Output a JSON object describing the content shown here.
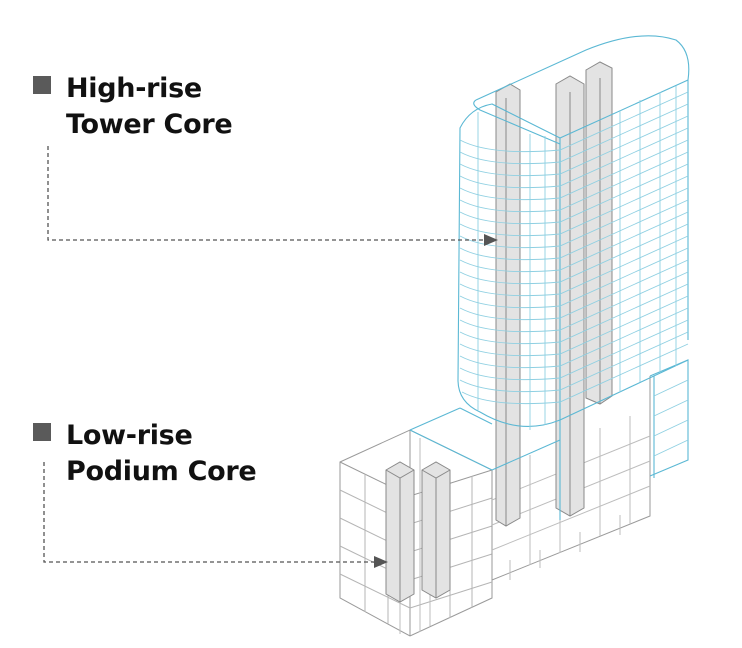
{
  "labels": {
    "tower": {
      "line1": "High-rise",
      "line2": "Tower Core"
    },
    "podium": {
      "line1": "Low-rise",
      "line2": "Podium Core"
    }
  },
  "colors": {
    "tower_outline": "#5bb8d4",
    "podium_outline": "#9a9a9a",
    "core_fill": "#e6e6e6",
    "marker": "#5a5a5a",
    "leader": "#555555"
  }
}
